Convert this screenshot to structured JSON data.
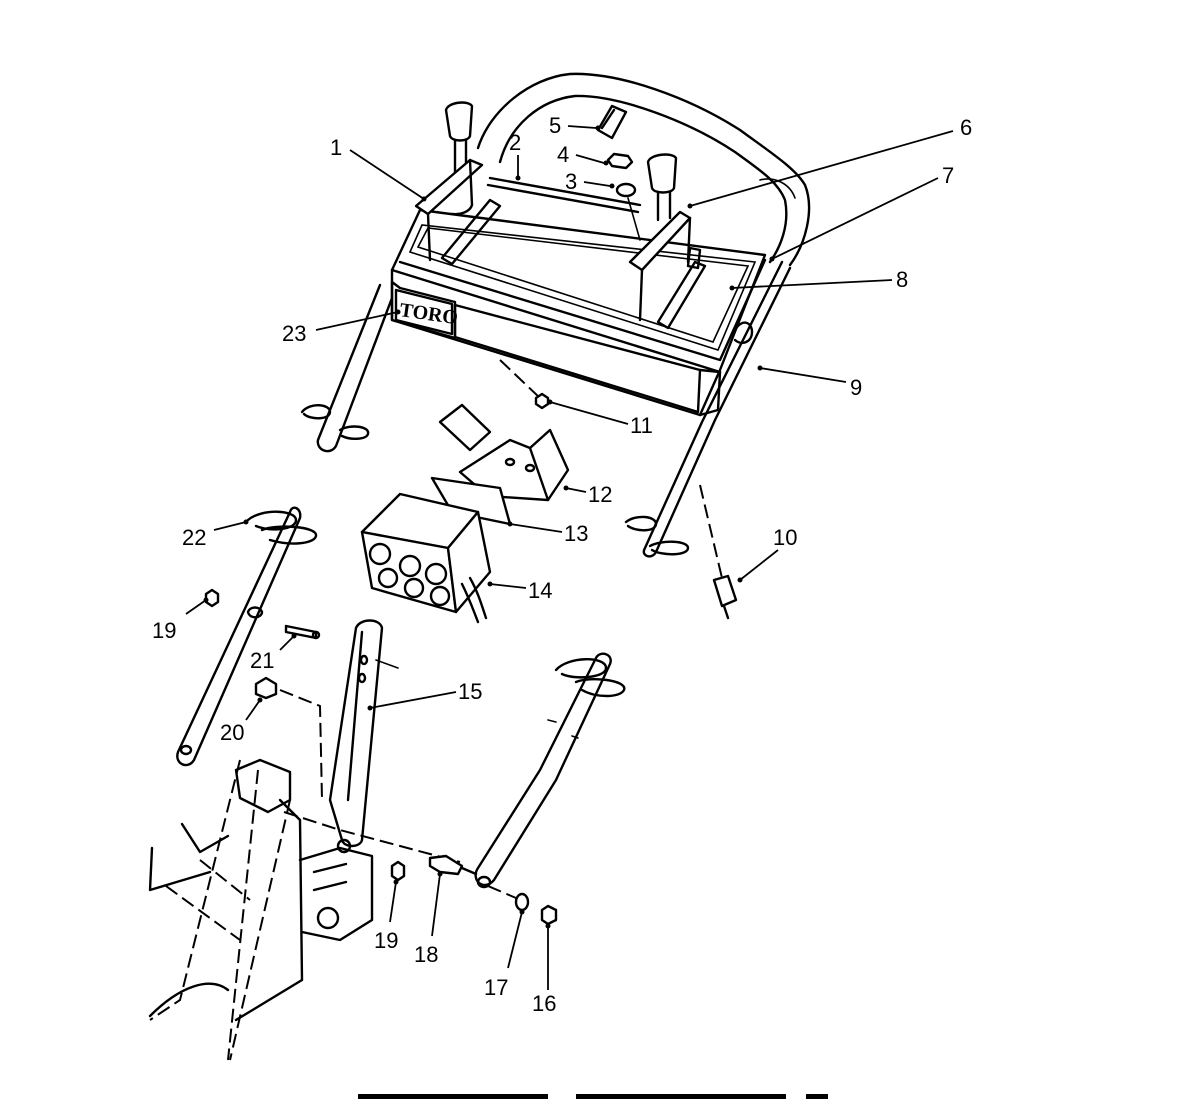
{
  "logo_text": "TORO",
  "callouts": [
    {
      "id": "c1",
      "label": "1"
    },
    {
      "id": "c2",
      "label": "2"
    },
    {
      "id": "c3",
      "label": "3"
    },
    {
      "id": "c4",
      "label": "4"
    },
    {
      "id": "c5",
      "label": "5"
    },
    {
      "id": "c6",
      "label": "6"
    },
    {
      "id": "c7",
      "label": "7"
    },
    {
      "id": "c8",
      "label": "8"
    },
    {
      "id": "c9",
      "label": "9"
    },
    {
      "id": "c10",
      "label": "10"
    },
    {
      "id": "c11",
      "label": "11"
    },
    {
      "id": "c12",
      "label": "12"
    },
    {
      "id": "c13",
      "label": "13"
    },
    {
      "id": "c14",
      "label": "14"
    },
    {
      "id": "c15",
      "label": "15"
    },
    {
      "id": "c16",
      "label": "16"
    },
    {
      "id": "c17",
      "label": "17"
    },
    {
      "id": "c18",
      "label": "18"
    },
    {
      "id": "c19a",
      "label": "19"
    },
    {
      "id": "c19b",
      "label": "19"
    },
    {
      "id": "c20",
      "label": "20"
    },
    {
      "id": "c21",
      "label": "21"
    },
    {
      "id": "c22",
      "label": "22"
    },
    {
      "id": "c23",
      "label": "23"
    }
  ]
}
